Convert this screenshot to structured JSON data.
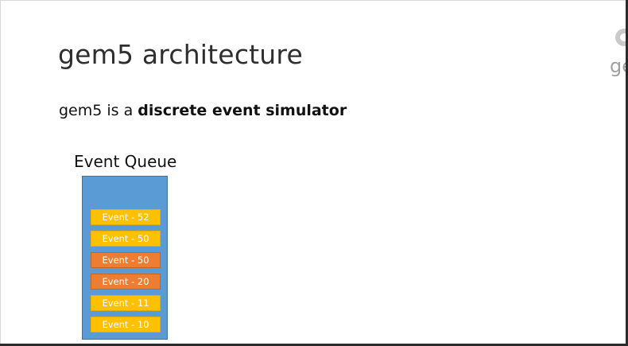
{
  "slide": {
    "title": "gem5 architecture",
    "subtitle_prefix": "gem5 is a ",
    "subtitle_bold": "discrete event simulator",
    "logo_text": "ge"
  },
  "queue": {
    "label": "Event Queue",
    "colors": {
      "box": "#5b9bd5",
      "yellow": "#ffc000",
      "orange": "#ed7d31"
    },
    "events": [
      {
        "label": "Event - 52",
        "color": "yellow"
      },
      {
        "label": "Event - 50",
        "color": "yellow"
      },
      {
        "label": "Event - 50",
        "color": "orange"
      },
      {
        "label": "Event - 20",
        "color": "orange"
      },
      {
        "label": "Event - 11",
        "color": "yellow"
      },
      {
        "label": "Event - 10",
        "color": "yellow"
      }
    ]
  }
}
